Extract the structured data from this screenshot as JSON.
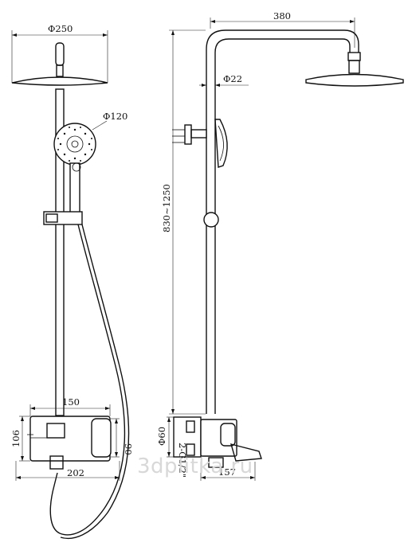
{
  "dimensions": {
    "head_diameter": "Φ250",
    "hand_shower_diameter": "Φ120",
    "mixer_width": "150",
    "mixer_height_left": "106",
    "mixer_height_right": "90",
    "mixer_spout_width": "202",
    "arm_length": "380",
    "pipe_diameter": "Φ22",
    "height_range": "830~1250",
    "escutcheon_diameter": "Φ60",
    "connection_thread": "2-G1/2\"",
    "spout_projection": "157"
  },
  "watermark": "3dplitka.ru"
}
